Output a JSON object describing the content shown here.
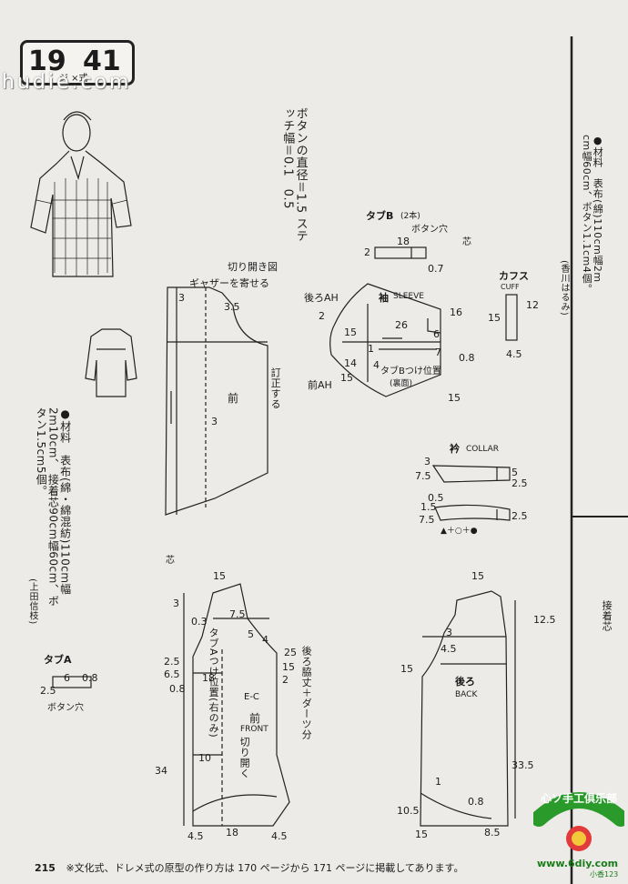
{
  "header": {
    "badge_num_left": "19",
    "badge_num_right": "41",
    "badge_sub": "ジ  ×式",
    "watermark": "hudie.com"
  },
  "notes": {
    "buttons_stitch": "ボタンの直径＝1.5\nステッチ幅＝0.1　0.5",
    "materials_main": "●材料　表布(綿・綿混紡)110cm幅2m10cm、\n接着芯90cm幅60cm、ボタン1.5cm5個。",
    "materials_credit": "(上田信枝)",
    "right_materials": "●材料　表布(綿)110cm幅2m\ncm幅60cm、ボタン1.1cm4個。",
    "right_credit": "(香川はるみ)",
    "right_fragment": "接着芯"
  },
  "labels": {
    "slash_title": "切り開き図",
    "gather": "ギャザーを寄せる",
    "correct": "訂正する",
    "front_jp": "前",
    "tab_b": "タブB",
    "tab_b_count": "(2本)",
    "button_hole": "ボタン穴",
    "flower": "芯",
    "sleeve_jp": "袖",
    "sleeve_en": "SLEEVE",
    "back_ah": "後ろAH",
    "front_ah": "前AH",
    "tab_b_pos": "タブBつけ位置",
    "tab_b_pos_sub": "(裏面)",
    "cuff_jp": "カフス",
    "cuff_en": "CUFF",
    "collar_jp": "衿",
    "collar_en": "COLLAR",
    "collar_mark": "▲＋○＋●",
    "tab_a": "タブA",
    "front_en": "FRONT",
    "slash_open": "切り開く",
    "tab_a_pos": "タブAつけ位置(右のみ)",
    "back_side": "後ろ脇丈＋ダーツ分",
    "back_jp": "後ろ",
    "back_en": "BACK",
    "side_mark": "E-C"
  },
  "dims": {
    "d3": "3",
    "d35": "3.5",
    "d3b": "3",
    "d2": "2",
    "d18": "18",
    "d07": "0.7",
    "d16": "16",
    "d2s": "2",
    "d15s": "15",
    "d6": "6",
    "d1s": "1",
    "d14": "14",
    "d26": "26",
    "d7": "7",
    "d08": "0.8",
    "d15c": "15",
    "d4": "4",
    "d15d": "15",
    "d12": "12",
    "d15e": "15",
    "d45": "4.5",
    "d3c": "3",
    "d75": "7.5",
    "d5": "5",
    "d25": "2.5",
    "d05": "0.5",
    "d25b": "2.5",
    "d15f": "1.5",
    "d3d": "3",
    "d75b": "7.5",
    "d03": "0.3",
    "d25c": "2.5",
    "d65": "6.5",
    "d18b": "18",
    "d08b": "0.8",
    "d5b": "5",
    "d4b": "4",
    "d25d": "25",
    "d15g": "15",
    "d2b": "2",
    "d34": "34",
    "d10": "10",
    "d45b": "4.5",
    "d18c": "18",
    "d45c": "4.5",
    "d15h": "15",
    "d3e": "3",
    "d125": "12.5",
    "d45d": "4.5",
    "d15i": "15",
    "d335": "33.5",
    "d1b": "1",
    "d08c": "0.8",
    "d105": "10.5",
    "d85": "8.5",
    "d15j": "15",
    "d25e": "2.5",
    "d6b": "6",
    "d08d": "0.8",
    "d15k": "15",
    "d3f": "3"
  },
  "footer": {
    "page": "215",
    "note": "※文化式、ドレメ式の原型の作り方は 170 ページから 171 ページに掲載してあります。"
  },
  "logo": {
    "chars": "心ソ手工俱乐部",
    "site": "www.6diy.com",
    "sub": "小香123"
  }
}
